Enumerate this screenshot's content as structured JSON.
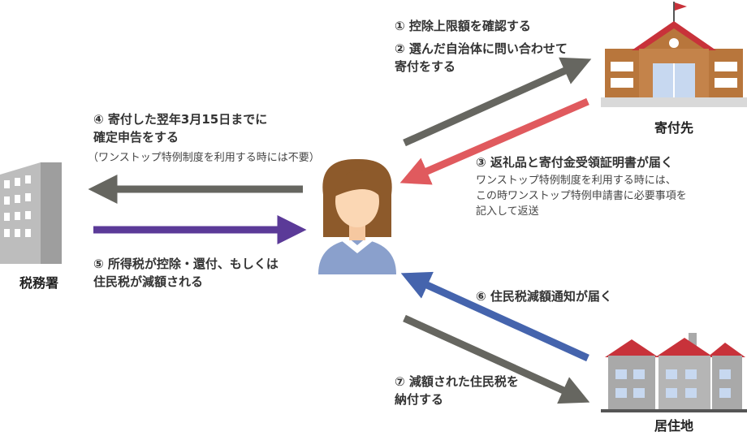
{
  "colors": {
    "arrow_gray": "#666660",
    "arrow_red": "#e05a5e",
    "arrow_purple": "#5b3a98",
    "arrow_blue": "#4564ad",
    "tax_office": "#a9a9a9",
    "city_hall_wall": "#b8763c",
    "city_hall_roof": "#c8323a",
    "house_wall": "#a9a9a9",
    "house_roof": "#c8323a",
    "window_blue": "#c7d8f0"
  },
  "icons": {
    "tax_office": "office-building-icon",
    "municipality": "city-hall-icon",
    "residence": "houses-icon",
    "person": "woman-avatar-icon"
  },
  "labels": {
    "tax_office": "税務署",
    "municipality": "寄付先",
    "residence": "居住地"
  },
  "steps": {
    "s1": "① 控除上限額を確認する",
    "s2_line1": "② 選んだ自治体に問い合わせて",
    "s2_line2": "寄付をする",
    "s3": "③ 返礼品と寄付金受領証明書が届く",
    "s3_note1": "ワンストップ特例制度を利用する時には、",
    "s3_note2": "この時ワンストップ特例申請書に必要事項を",
    "s3_note3": "記入して返送",
    "s4_line1": "④ 寄付した翌年3月15日までに",
    "s4_line2": "確定申告をする",
    "s4_note": "（ワンストップ特例制度を利用する時には不要）",
    "s5_line1": "⑤ 所得税が控除・還付、もしくは",
    "s5_line2": "住民税が減額される",
    "s6": "⑥ 住民税減額通知が届く",
    "s7_line1": "⑦ 減額された住民税を",
    "s7_line2": "納付する"
  }
}
